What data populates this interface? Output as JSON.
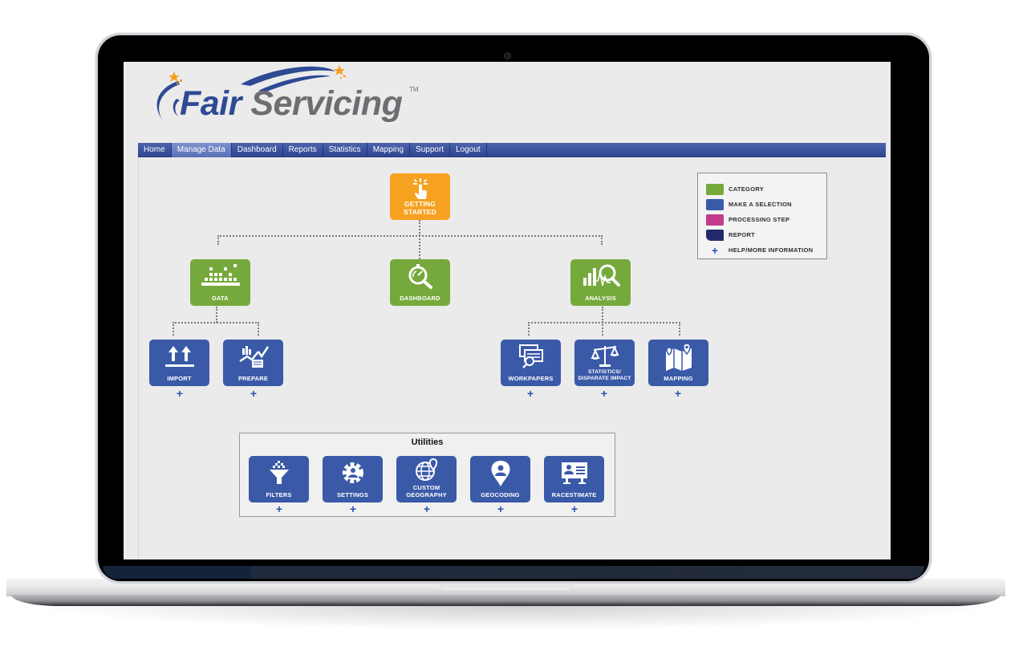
{
  "logo": {
    "word1": "Fair",
    "word2": "Servicing",
    "trademark": "TM"
  },
  "nav": {
    "items": [
      {
        "label": "Home",
        "active": false
      },
      {
        "label": "Manage Data",
        "active": true
      },
      {
        "label": "Dashboard",
        "active": false
      },
      {
        "label": "Reports",
        "active": false
      },
      {
        "label": "Statistics",
        "active": false
      },
      {
        "label": "Mapping",
        "active": false
      },
      {
        "label": "Support",
        "active": false
      },
      {
        "label": "Logout",
        "active": false
      }
    ]
  },
  "colors": {
    "category": "#76a93b",
    "selection": "#3a5aa8",
    "processing": "#c23b8f",
    "report": "#232a6b",
    "start": "#f6a11f",
    "help_plus": "#2452b8",
    "nav_bar": "#3a51a0"
  },
  "flow": {
    "start": {
      "label_line1": "GETTING",
      "label_line2": "STARTED",
      "icon": "pointer-hand-icon"
    },
    "categories": [
      {
        "label": "DATA",
        "icon": "data-bars-icon"
      },
      {
        "label": "DASHBOARD",
        "icon": "dashboard-search-icon"
      },
      {
        "label": "ANALYSIS",
        "icon": "analysis-magnifier-icon"
      }
    ],
    "data_children": [
      {
        "label": "IMPORT",
        "icon": "import-arrows-icon",
        "help": "+"
      },
      {
        "label": "PREPARE",
        "icon": "prepare-chart-icon",
        "help": "+"
      }
    ],
    "analysis_children": [
      {
        "label": "WORKPAPERS",
        "icon": "workpapers-icon",
        "help": "+"
      },
      {
        "label_line1": "STATISTICS/",
        "label_line2": "DISPARATE IMPACT",
        "icon": "scales-icon",
        "help": "+"
      },
      {
        "label": "MAPPING",
        "icon": "map-pin-icon",
        "help": "+"
      }
    ]
  },
  "legend": {
    "items": [
      {
        "label": "CATEGORY",
        "color": "#76a93b"
      },
      {
        "label": "MAKE A SELECTION",
        "color": "#3a5aa8"
      },
      {
        "label": "PROCESSING STEP",
        "color": "#c23b8f"
      },
      {
        "label": "REPORT",
        "color": "#232a6b"
      },
      {
        "label": "HELP/MORE INFORMATION",
        "symbol": "+"
      }
    ]
  },
  "utilities": {
    "title": "Utilities",
    "items": [
      {
        "label": "FILTERS",
        "icon": "funnel-icon",
        "help": "+"
      },
      {
        "label": "SETTINGS",
        "icon": "gear-user-icon",
        "help": "+"
      },
      {
        "label_line1": "CUSTOM",
        "label_line2": "GEOGRAPHY",
        "icon": "globe-pin-icon",
        "help": "+"
      },
      {
        "label": "GEOCODING",
        "icon": "location-user-icon",
        "help": "+"
      },
      {
        "label": "RACESTIMATE",
        "icon": "id-card-icon",
        "help": "+"
      }
    ]
  }
}
